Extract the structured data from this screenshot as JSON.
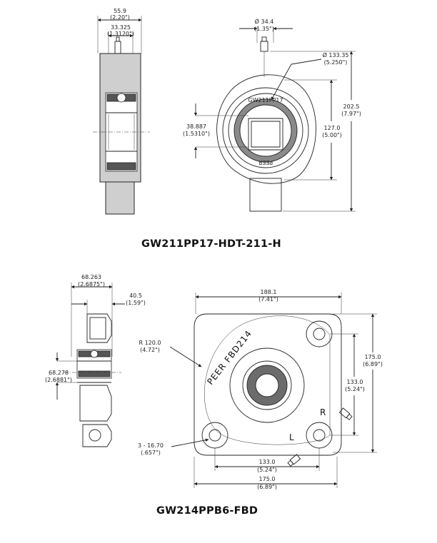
{
  "top_drawing": {
    "title": "GW211PP17-HDT-211-H",
    "housing_marking": "GW211PP17",
    "housing_marking_bottom": "PEER",
    "dims": {
      "overall_width_mm": "55.9",
      "overall_width_in": "(2.20\")",
      "inner_width_mm": "33.325",
      "inner_width_in": "(1.3120\")",
      "bore_mm": "38.887",
      "bore_in": "(1.5310\")",
      "stem_dia_mm": "Ø 34.4",
      "stem_dia_in": "(1.35\")",
      "flange_dia_mm": "Ø 133.35",
      "flange_dia_in": "(5.250\")",
      "center_height_mm": "127.0",
      "center_height_in": "(5.00\")",
      "overall_height_mm": "202.5",
      "overall_height_in": "(7.97\")"
    }
  },
  "bottom_drawing": {
    "title": "GW214PPB6-FBD",
    "housing_marking": "PEER FBD214",
    "right_mark": "R",
    "left_mark": "L",
    "dims": {
      "overall_width_mm": "68.263",
      "overall_width_in": "(2.6875\")",
      "flange_width_mm": "40.5",
      "flange_width_in": "(1.59\")",
      "bore_mm": "68.278",
      "bore_in": "(2.6881\")",
      "radius_mm": "R 120.0",
      "radius_in": "(4.72\")",
      "top_width_mm": "188.1",
      "top_width_in": "(7.41\")",
      "right_height_mm": "175.0",
      "right_height_in": "(6.89\")",
      "bolt_vertical_mm": "133.0",
      "bolt_vertical_in": "(5.24\")",
      "bolt_holes_mm": "3 - 16.70",
      "bolt_holes_in": "(.657\")",
      "bolt_horizontal_mm": "133.0",
      "bolt_horizontal_in": "(5.24\")",
      "bottom_width_mm": "175.0",
      "bottom_width_in": "(6.89\")"
    }
  }
}
